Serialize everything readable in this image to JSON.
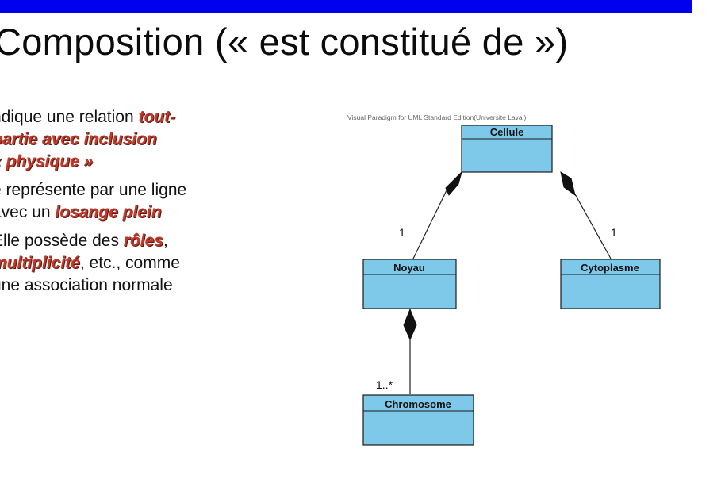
{
  "title": "Composition (« est constitué de »)",
  "bullets": [
    {
      "parts": [
        {
          "t": "ndique une relation ",
          "hl": false
        },
        {
          "t": "tout-",
          "hl": true
        }
      ]
    },
    {
      "parts": [
        {
          "t": "partie avec inclusion",
          "hl": true
        }
      ]
    },
    {
      "parts": [
        {
          "t": "« physique »",
          "hl": true
        }
      ]
    },
    {
      "parts": [
        {
          "t": "e représente par une ligne",
          "hl": false
        }
      ]
    },
    {
      "parts": [
        {
          "t": "avec un ",
          "hl": false
        },
        {
          "t": "losange plein",
          "hl": true
        }
      ]
    },
    {
      "parts": [
        {
          "t": "Elle possède des ",
          "hl": false
        },
        {
          "t": "rôles",
          "hl": true
        },
        {
          "t": ",",
          "hl": false
        }
      ]
    },
    {
      "parts": [
        {
          "t": "multiplicité",
          "hl": true
        },
        {
          "t": ", etc., comme",
          "hl": false
        }
      ]
    },
    {
      "parts": [
        {
          "t": "une association normale",
          "hl": false
        }
      ]
    }
  ],
  "diagram": {
    "watermark": "Visual Paradigm for UML Standard Edition(Universite Laval)",
    "classes": {
      "cellule": "Cellule",
      "noyau": "Noyau",
      "cytoplasme": "Cytoplasme",
      "chromosome": "Chromosome"
    },
    "multiplicities": {
      "noyau": "1",
      "cytoplasme": "1",
      "chromosome": "1..*"
    },
    "colors": {
      "class_fill": "#7ec8ea",
      "class_stroke": "#1a1a1a",
      "highlight": "#c0392b",
      "top_bar": "#0000ee"
    }
  }
}
